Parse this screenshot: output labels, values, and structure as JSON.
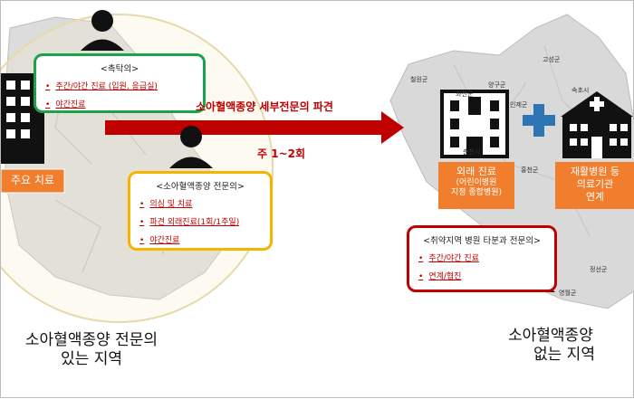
{
  "left": {
    "hospital_label": "주요 치료",
    "region_label_line1": "소아혈액종양 전문의",
    "region_label_line2": "있는 지역",
    "box1": {
      "title": "<촉탁의>",
      "items": [
        "주간/야간 진료 (입원, 응급실)",
        "야간진료"
      ]
    },
    "box2": {
      "title": "<소아혈액종양 전문의>",
      "items": [
        "의심 및 치료",
        "파견 외래진료(1회/1주일)",
        "야간진료"
      ]
    }
  },
  "arrow": {
    "label": "소아혈액종양 세부전문의 파견",
    "freq": "주 1~2회"
  },
  "right": {
    "map_places": [
      "고성군",
      "철원군",
      "화천군",
      "양구군",
      "인제군",
      "속초시",
      "춘천시",
      "홍천군",
      "영월군",
      "정선군"
    ],
    "outpatient_label_line1": "외래 진료",
    "outpatient_label_line2": "(어린이병원",
    "outpatient_label_line3": "지정 종합병원)",
    "rehab_label_line1": "재활병원 등",
    "rehab_label_line2": "의료기관",
    "rehab_label_line3": "연계",
    "box3": {
      "title": "<취약지역 병원 타분과 전문의>",
      "items": [
        "주간/야간 진료",
        "연계/협진"
      ]
    },
    "region_label_line1": "소아혈액종양",
    "region_label_line2": "없는 지역"
  },
  "colors": {
    "green": "#1aa34a",
    "yellow": "#f5b400",
    "red": "#c00000",
    "orange": "#f07e2c",
    "blue": "#2e75b6",
    "map": "#d9d9d9"
  }
}
